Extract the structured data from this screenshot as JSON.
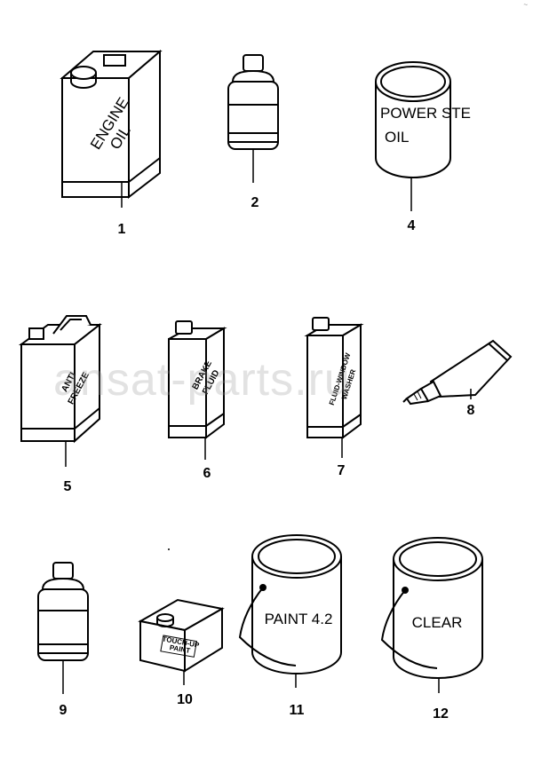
{
  "corner_mark": "~",
  "watermark": "ansat-parts.ru",
  "items": [
    {
      "number": "1",
      "label_lines": [
        "ENGINE",
        "OIL"
      ]
    },
    {
      "number": "2",
      "label_lines": []
    },
    {
      "number": "4",
      "label_lines": [
        "POWER STE",
        "OIL"
      ]
    },
    {
      "number": "5",
      "label_lines": [
        "ANTI",
        "FREEZE"
      ]
    },
    {
      "number": "6",
      "label_lines": [
        "BRAKE",
        "FLUID"
      ]
    },
    {
      "number": "7",
      "label_lines": [
        "FLUID-WINDOW",
        "WASHER"
      ]
    },
    {
      "number": "8",
      "label_lines": []
    },
    {
      "number": "9",
      "label_lines": []
    },
    {
      "number": "10",
      "label_lines": [
        "TOUCH-UP",
        "PAINT"
      ]
    },
    {
      "number": "11",
      "label_lines": [
        "PAINT 4.2"
      ]
    },
    {
      "number": "12",
      "label_lines": [
        "CLEAR"
      ]
    }
  ]
}
